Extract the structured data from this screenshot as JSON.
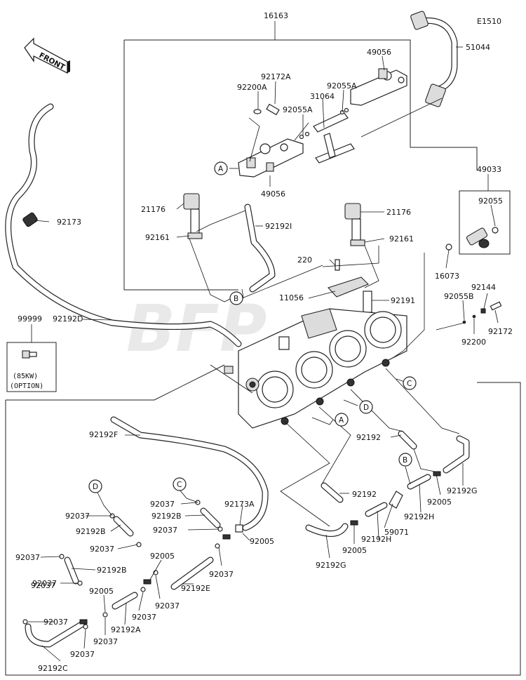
{
  "diagram_code": "E1510",
  "front_label": "FRONT",
  "watermark": "BFP",
  "note": {
    "title": "(85KW)",
    "subtitle": "(OPTION)"
  },
  "callouts": {
    "A": "A",
    "B": "B",
    "C": "C",
    "D": "D"
  },
  "labels": {
    "p16163": "16163",
    "p51044": "51044",
    "p49056_top": "49056",
    "p92172A": "92172A",
    "p92200A": "92200A",
    "p92055A_1": "92055A",
    "p31064": "31064",
    "p92055A_2": "92055A",
    "p49056_bot": "49056",
    "p49033": "49033",
    "p92055": "92055",
    "p21176_l": "21176",
    "p92161_l": "92161",
    "p92192I": "92192I",
    "p21176_r": "21176",
    "p92161_r": "92161",
    "p92173": "92173",
    "p16073": "16073",
    "p220": "220",
    "p11056": "11056",
    "p92191": "92191",
    "p92055B": "92055B",
    "p92144": "92144",
    "p92172": "92172",
    "p92200": "92200",
    "p99999": "99999",
    "p92192D": "92192D",
    "p92192F": "92192F",
    "p92192_1": "92192",
    "p92192_2": "92192",
    "p92037_a": "92037",
    "p92192B_a": "92192B",
    "p92037_b": "92037",
    "p92037_c": "92037",
    "p92192B_b": "92192B",
    "p92037_d": "92037",
    "p92173A": "92173A",
    "p92005_a": "92005",
    "p92037_e": "92037",
    "p92192B_c": "92192B",
    "p92037_f": "92037",
    "p92005_b": "92005",
    "p92037_g": "92037",
    "p92192E": "92192E",
    "p92037_h": "92037",
    "p92037_i": "92037",
    "p92005_c": "92005",
    "p92037_j": "92037",
    "p92192A": "92192A",
    "p92037_k": "92037",
    "p92037_l": "92037",
    "p92037_m": "92037",
    "p92192C": "92192C",
    "p92005_d": "92005",
    "p59071": "59071",
    "p92192H_1": "92192H",
    "p92192H_2": "92192H",
    "p92005_e": "92005",
    "p92192G_1": "92192G",
    "p92192G_2": "92192G"
  }
}
